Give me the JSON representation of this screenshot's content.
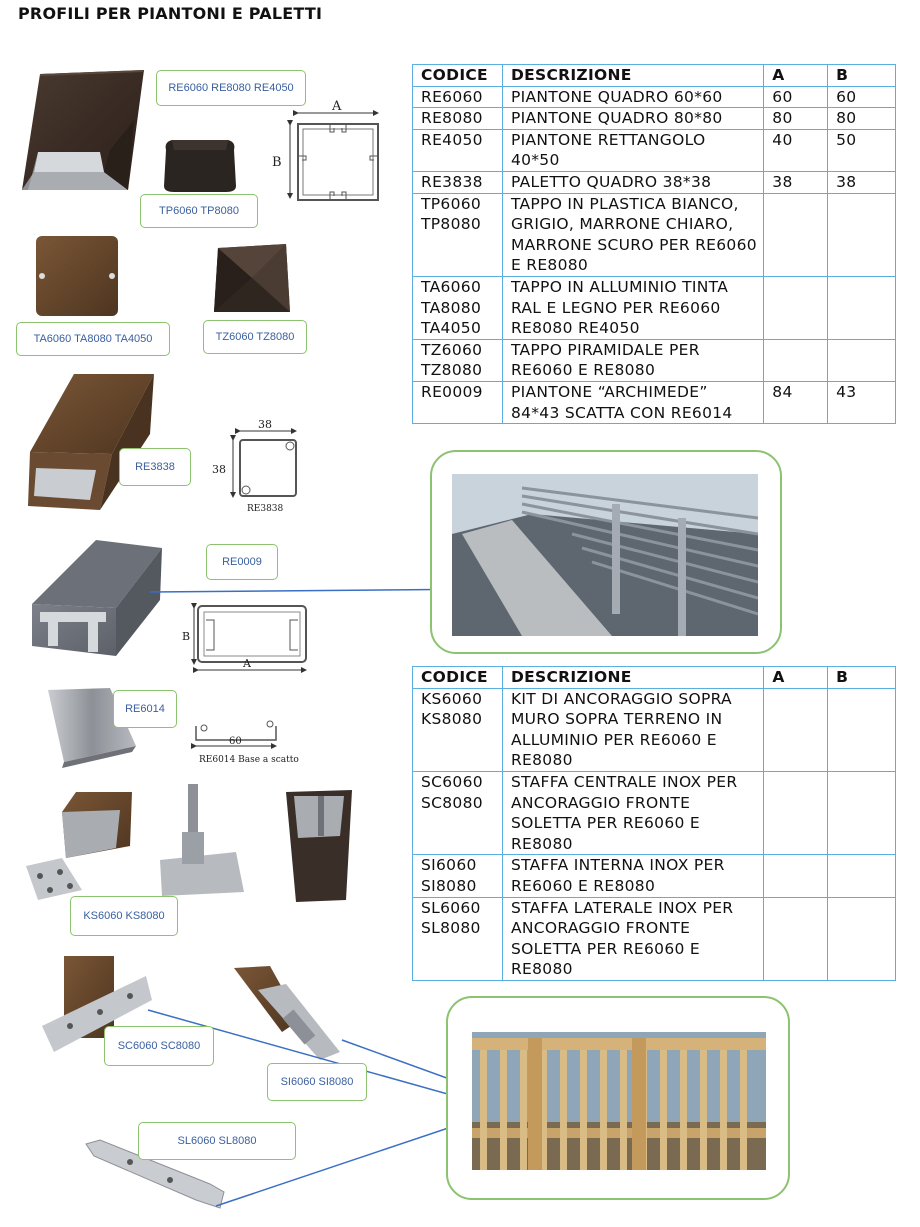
{
  "page": {
    "title": "PROFILI PER PIANTONI E PALETTI"
  },
  "labels": {
    "re6060_group": "RE6060 RE8080 RE4050",
    "tp_group": "TP6060 TP8080",
    "ta_group": "TA6060 TA8080 TA4050",
    "tz_group": "TZ6060 TZ8080",
    "re3838": "RE3838",
    "re0009": "RE0009",
    "re6014": "RE6014",
    "ks_group": "KS6060 KS8080",
    "sc_group": "SC6060 SC8080",
    "si_group": "SI6060 SI8080",
    "sl_group": "SL6060 SL8080"
  },
  "drawings": {
    "profile_dim_a": "A",
    "profile_dim_b": "B",
    "re3838_dim": "38",
    "re3838_caption": "RE3838",
    "re0009_dim_a": "A",
    "re0009_dim_b": "B",
    "re6014_dim": "60",
    "re6014_caption": "RE6014 Base a scatto"
  },
  "colors": {
    "label_border": "#8cc270",
    "label_text": "#3a5fa0",
    "table_border": "#5aaee0",
    "arrow": "#3a6fc4"
  },
  "table1": {
    "headers": {
      "code": "CODICE",
      "desc": "DESCRIZIONE",
      "a": "A",
      "b": "B"
    },
    "rows": [
      {
        "code": "RE6060",
        "desc": "PIANTONE QUADRO 60*60",
        "a": "60",
        "b": "60"
      },
      {
        "code": "RE8080",
        "desc": "PIANTONE QUADRO 80*80",
        "a": "80",
        "b": "80"
      },
      {
        "code": "RE4050",
        "desc": "PIANTONE RETTANGOLO 40*50",
        "a": "40",
        "b": "50"
      },
      {
        "code": "RE3838",
        "desc": "PALETTO QUADRO 38*38",
        "a": "38",
        "b": "38"
      },
      {
        "code": "TP6060 TP8080",
        "desc": "TAPPO IN PLASTICA BIANCO, GRIGIO, MARRONE CHIARO, MARRONE SCURO PER RE6060 E RE8080",
        "a": "",
        "b": ""
      },
      {
        "code": "TA6060 TA8080 TA4050",
        "desc": "TAPPO IN ALLUMINIO TINTA RAL E LEGNO PER RE6060 RE8080 RE4050",
        "a": "",
        "b": ""
      },
      {
        "code": "TZ6060 TZ8080",
        "desc": "TAPPO PIRAMIDALE PER RE6060 E RE8080",
        "a": "",
        "b": ""
      },
      {
        "code": "RE0009",
        "desc": "PIANTONE “ARCHIMEDE” 84*43 SCATTA CON RE6014",
        "a": "84",
        "b": "43"
      }
    ]
  },
  "table2": {
    "headers": {
      "code": "CODICE",
      "desc": "DESCRIZIONE",
      "a": "A",
      "b": "B"
    },
    "rows": [
      {
        "code": "KS6060 KS8080",
        "desc": "KIT DI ANCORAGGIO SOPRA MURO SOPRA TERRENO IN ALLUMINIO PER RE6060 E RE8080",
        "a": "",
        "b": ""
      },
      {
        "code": "SC6060 SC8080",
        "desc": "STAFFA CENTRALE INOX PER ANCORAGGIO FRONTE SOLETTA PER RE6060 E RE8080",
        "a": "",
        "b": ""
      },
      {
        "code": "SI6060 SI8080",
        "desc": "STAFFA INTERNA INOX PER RE6060 E RE8080",
        "a": "",
        "b": ""
      },
      {
        "code": "SL6060 SL8080",
        "desc": "STAFFA LATERALE INOX PER ANCORAGGIO FRONTE SOLETTA PER RE6060 E RE8080",
        "a": "",
        "b": ""
      }
    ]
  }
}
